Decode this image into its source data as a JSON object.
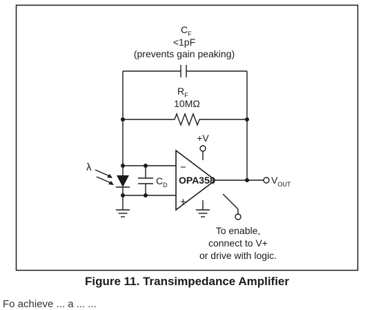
{
  "caption": "Figure 11. Transimpedance Amplifier",
  "trailing_text": "Fo achieve ... a ... ...",
  "labels": {
    "cf_name": "C",
    "cf_sub": "F",
    "cf_value": "<1pF",
    "cf_note": "(prevents gain peaking)",
    "rf_name": "R",
    "rf_sub": "F",
    "rf_value": "10MΩ",
    "vplus": "+V",
    "lambda": "λ",
    "cd_name": "C",
    "cd_sub": "D",
    "opamp_name": "OPA358",
    "minus_sign": "−",
    "plus_sign": "+",
    "vout_name": "V",
    "vout_sub": "OUT",
    "enable_line1": "To enable,",
    "enable_line2": "connect to V+",
    "enable_line3": "or drive with logic."
  },
  "colors": {
    "stroke": "#1a1a1a",
    "background": "#ffffff"
  }
}
